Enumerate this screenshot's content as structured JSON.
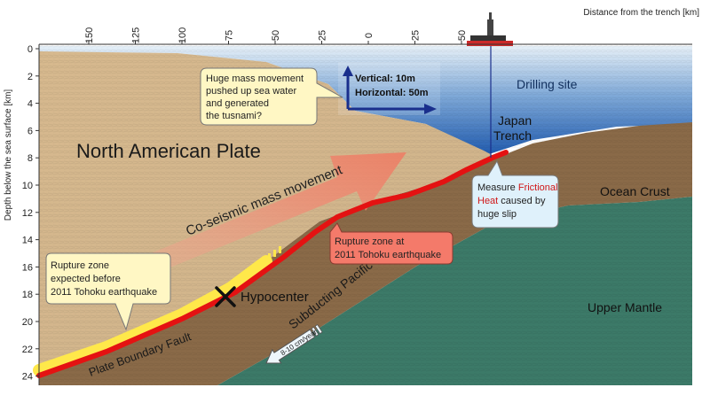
{
  "axes": {
    "top_label": "Distance from the trench [km]",
    "left_label": "Depth below the sea surface [km]",
    "top_ticks": [
      "150",
      "125",
      "100",
      "75",
      "50",
      "25",
      "0",
      "25",
      "50"
    ],
    "left_ticks": [
      "0",
      "2",
      "4",
      "6",
      "8",
      "10",
      "12",
      "14",
      "16",
      "18",
      "20",
      "22",
      "24"
    ]
  },
  "labels": {
    "north_american_plate": "North American Plate",
    "drilling_site": "Drilling site",
    "japan_trench_1": "Japan",
    "japan_trench_2": "Trench",
    "ocean_crust": "Ocean Crust",
    "upper_mantle": "Upper Mantle",
    "coseismic": "Co-seismic mass movement",
    "hypocenter": "Hypocenter",
    "plate_boundary_fault": "Plate Boundary Fault",
    "subducting_plate": "Subducting Pacific Plate",
    "rate": "8-10 cm/year"
  },
  "scale": {
    "vertical": "Vertical: 10m",
    "horizontal": "Horizontal: 50m"
  },
  "callouts": {
    "mass_movement": [
      "Huge mass movement",
      "pushed up sea water",
      "and generated",
      "the tusnami?"
    ],
    "measure": {
      "line1_a": "Measure ",
      "line1_b": "Frictional",
      "line2_a": "Heat",
      "line2_b": " caused by",
      "line3": "huge slip"
    },
    "rupture_2011": [
      "Rupture zone at",
      "2011 Tohoku earthquake"
    ],
    "rupture_expected": [
      "Rupture zone",
      "expected before",
      "2011 Tohoku earthquake"
    ]
  },
  "colors": {
    "sky": "#ffffff",
    "sea_top": "#dceaf6",
    "sea_bottom": "#2a64b8",
    "north_american_plate": "#d9bf97",
    "ocean_crust": "#8a6a48",
    "upper_mantle": "#3c7a68",
    "rupture_red": "#e41212",
    "rupture_yellow": "#ffe84a",
    "callout_yellow": "#fff7c4",
    "callout_pink": "#f47a6a",
    "callout_blue": "#dff1fb",
    "scale_blue": "#1a2f8c",
    "highlight_red": "#d01818"
  }
}
